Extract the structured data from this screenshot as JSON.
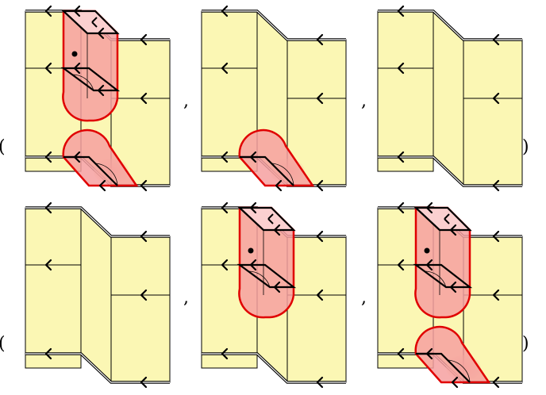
{
  "rows": [
    {
      "open_paren": "(",
      "close_paren": ")",
      "separators": [
        ",",
        ","
      ],
      "tiles": [
        {
          "blobs": [
            "top",
            "bottom"
          ]
        },
        {
          "blobs": [
            "bottom"
          ]
        },
        {
          "blobs": []
        }
      ]
    },
    {
      "open_paren": "(",
      "close_paren": ")",
      "separators": [
        ",",
        ","
      ],
      "tiles": [
        {
          "blobs": []
        },
        {
          "blobs": [
            "top"
          ]
        },
        {
          "blobs": [
            "top",
            "bottom"
          ]
        }
      ]
    }
  ],
  "colors": {
    "sheet": "#fbf7b4",
    "sheet_stroke": "#000000",
    "blob_fill": "#f6a0a0",
    "blob_fill_light": "#fbd0d0",
    "blob_stroke": "#e00000",
    "shade": "#f0b8a8"
  }
}
